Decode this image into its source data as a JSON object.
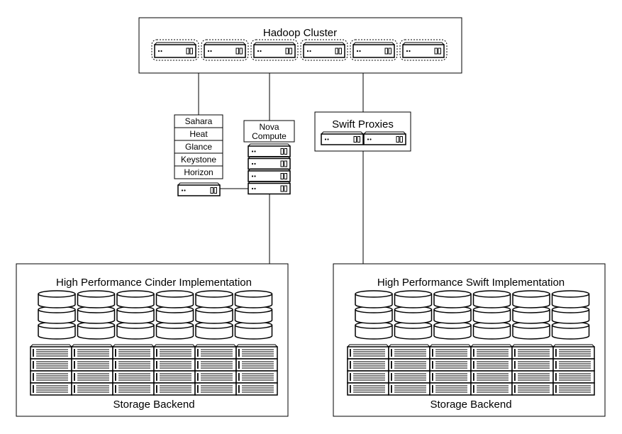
{
  "hadoop": {
    "title": "Hadoop Cluster",
    "server_count": 6
  },
  "services": {
    "items": [
      "Sahara",
      "Heat",
      "Glance",
      "Keystone",
      "Horizon"
    ]
  },
  "nova": {
    "line1": "Nova",
    "line2": "Compute",
    "server_count": 4
  },
  "swift_proxies": {
    "title": "Swift Proxies",
    "server_count": 2
  },
  "cinder": {
    "title": "High Performance Cinder Implementation",
    "backend_label": "Storage Backend",
    "disk_stack_columns": 6,
    "disks_per_stack": 3,
    "storage_columns": 6,
    "storage_rows": 4
  },
  "swift_impl": {
    "title": "High Performance Swift Implementation",
    "backend_label": "Storage Backend",
    "disk_stack_columns": 6,
    "disks_per_stack": 3,
    "storage_columns": 6,
    "storage_rows": 4
  },
  "icons": {
    "server": "rack-server-icon",
    "disk": "disk-drive-icon",
    "storage": "storage-shelf-icon"
  }
}
